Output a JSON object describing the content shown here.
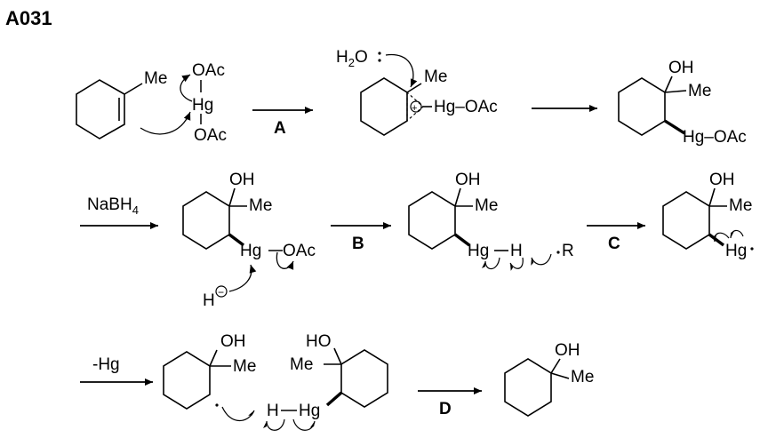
{
  "title": "A031",
  "row1": {
    "alkene_me": "Me",
    "hg_oac_top": "OAc",
    "hg": "Hg",
    "hg_oac_bottom": "OAc",
    "arrow_a": "A",
    "water": "H",
    "water_sub": "2",
    "water_o": "O",
    "ion_me": "Me",
    "ion_hgoac": "Hg–OAc",
    "plus": "+",
    "prod_oh": "OH",
    "prod_me": "Me",
    "prod_hgoac": "Hg–OAc"
  },
  "row2": {
    "reagent": "NaBH",
    "reagent_sub": "4",
    "oh": "OH",
    "me": "Me",
    "hg": "Hg",
    "oac": "OAc",
    "hydride": "H",
    "minus": "−",
    "arrow_b": "B",
    "b_oh": "OH",
    "b_me": "Me",
    "b_hg": "Hg",
    "b_h": "H",
    "b_r": "R",
    "arrow_c": "C",
    "c_oh": "OH",
    "c_me": "Me",
    "c_hg": "Hg"
  },
  "row3": {
    "reagent": "-Hg",
    "left_oh": "OH",
    "left_me": "Me",
    "right_ho": "HO",
    "right_me": "Me",
    "h": "H",
    "hg": "Hg",
    "arrow_d": "D",
    "prod_oh": "OH",
    "prod_me": "Me"
  }
}
